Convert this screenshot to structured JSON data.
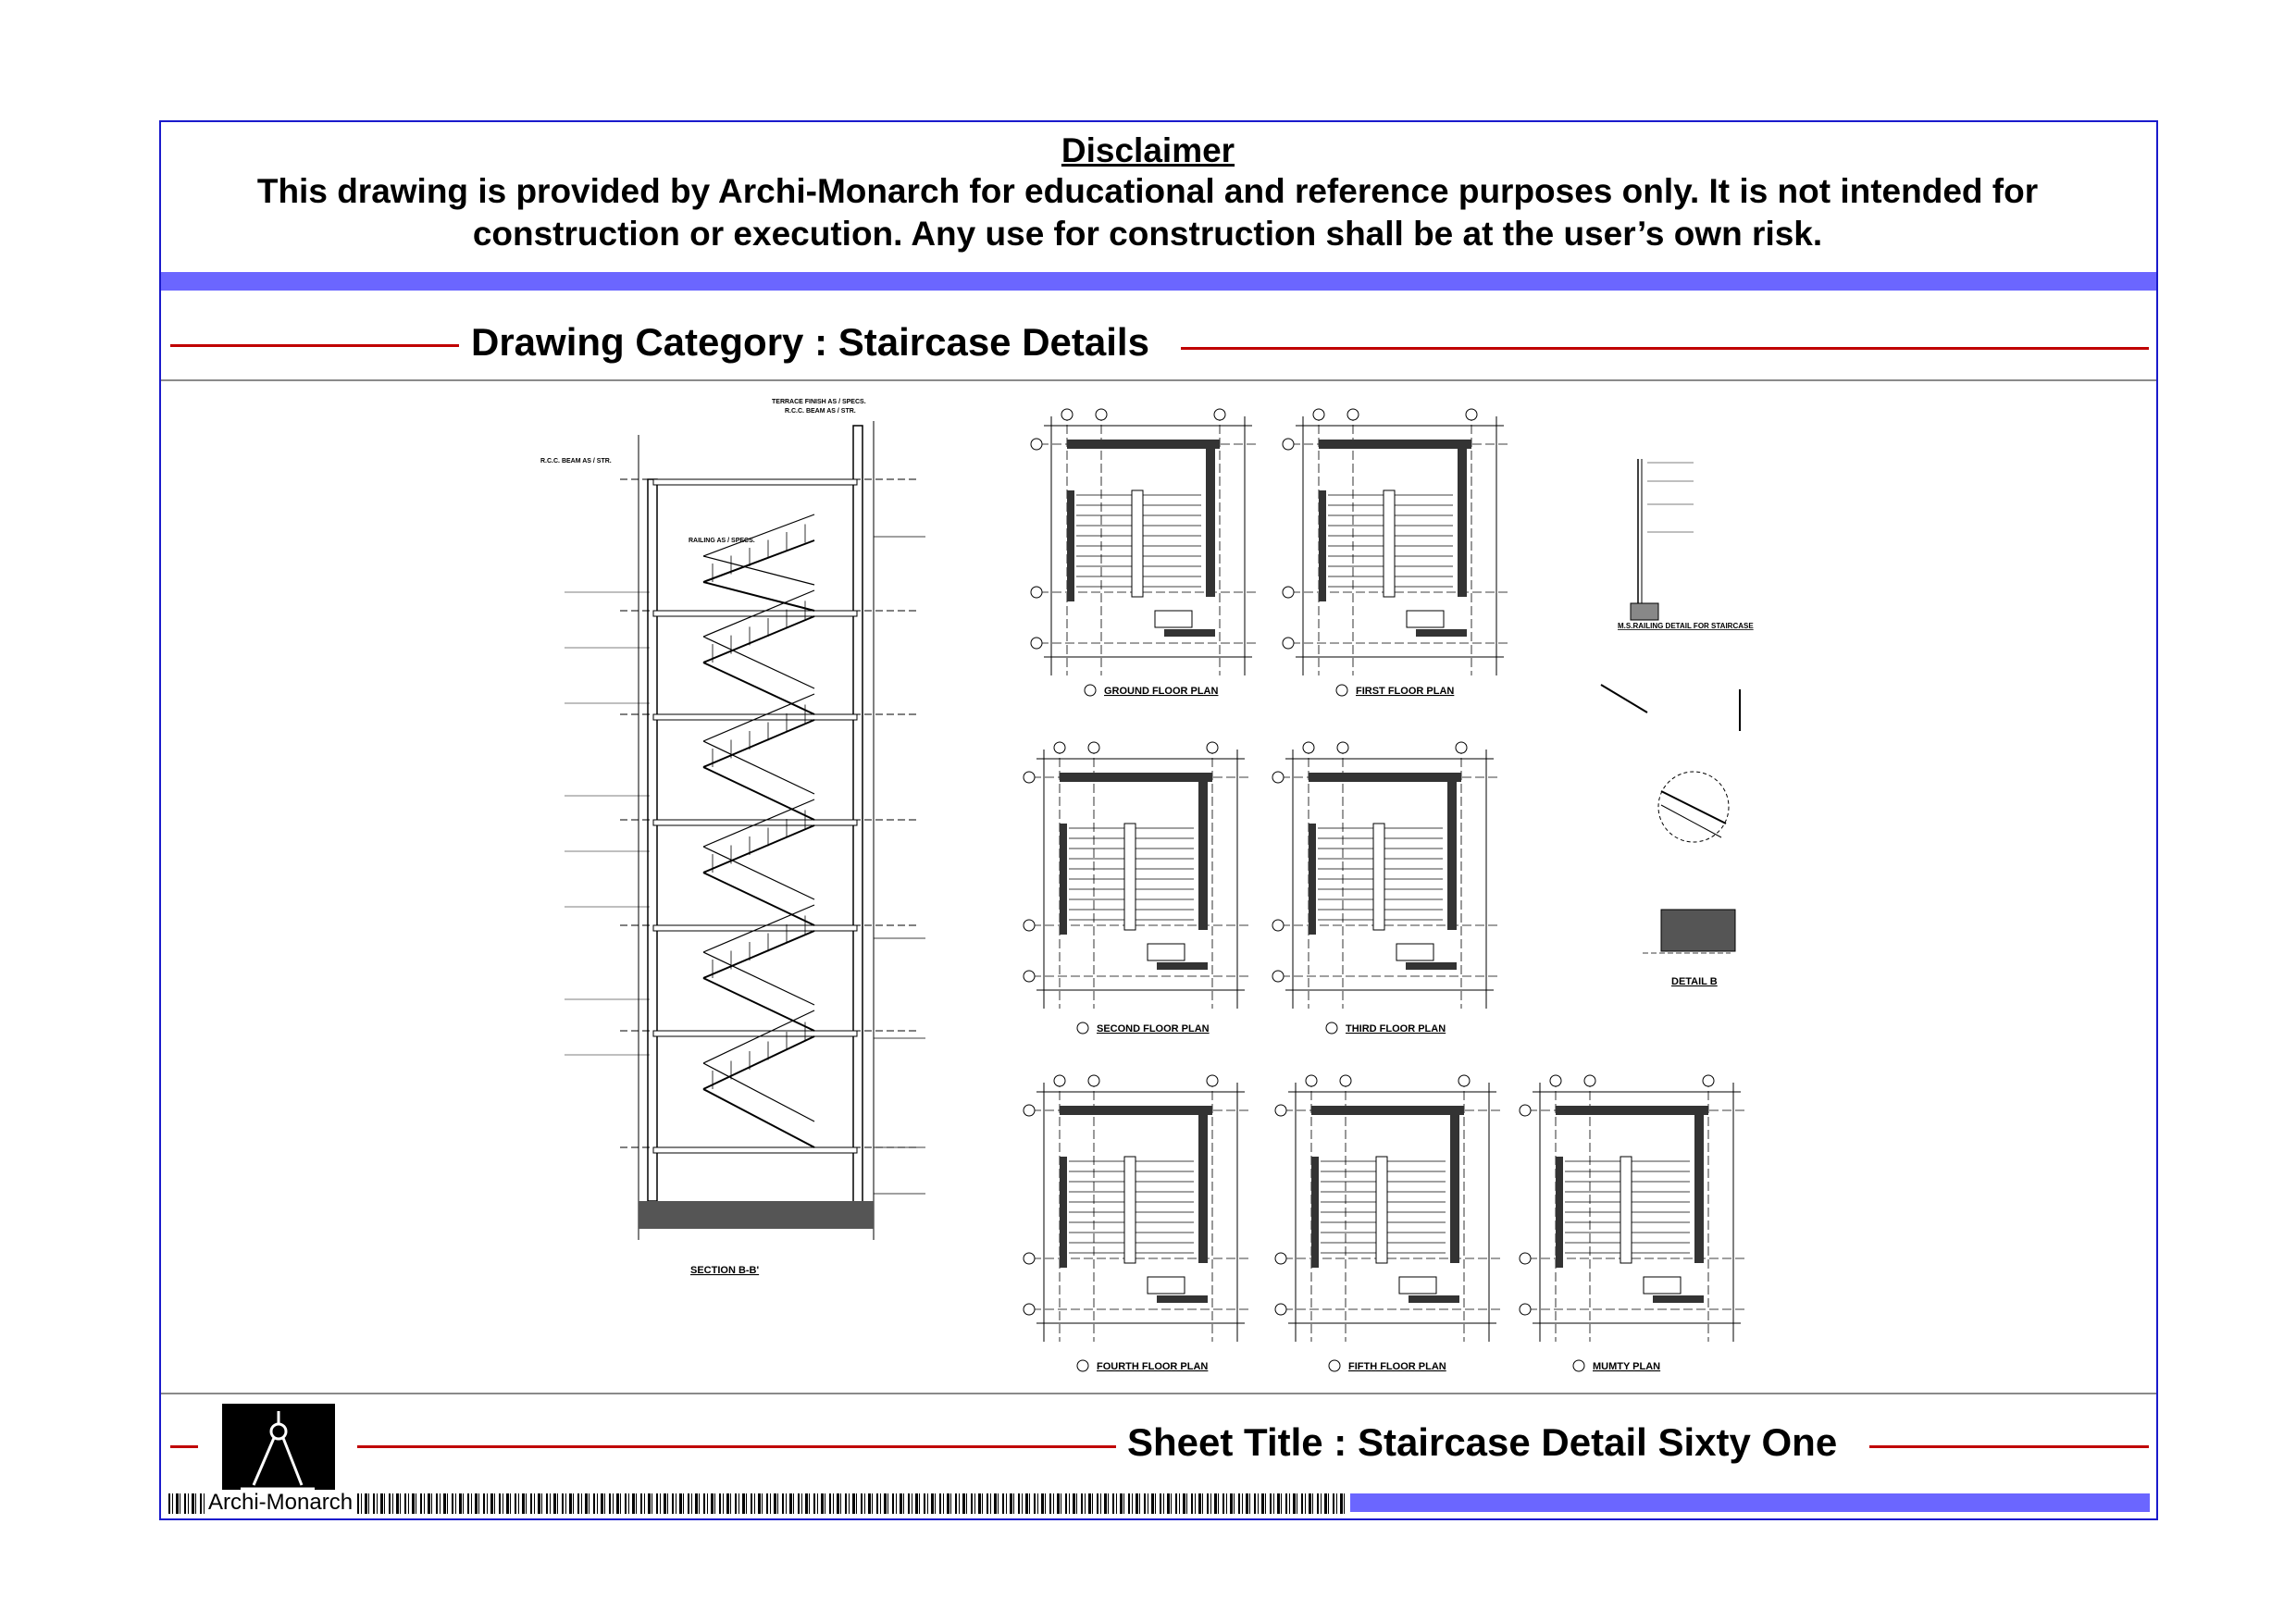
{
  "disclaimer": {
    "title": "Disclaimer",
    "text": "This drawing is provided by Archi-Monarch for educational and reference purposes only. It is not intended for construction or execution. Any use for construction shall be at the user’s own risk."
  },
  "category": {
    "label": "Drawing Category : Staircase Details"
  },
  "drawing": {
    "section_title": "SECTION B-B'",
    "plans": [
      {
        "title": "GROUND FLOOR PLAN"
      },
      {
        "title": "FIRST FLOOR PLAN"
      },
      {
        "title": "SECOND FLOOR PLAN"
      },
      {
        "title": "THIRD FLOOR PLAN"
      },
      {
        "title": "FOURTH FLOOR PLAN"
      },
      {
        "title": "FIFTH FLOOR PLAN"
      },
      {
        "title": "MUMTY PLAN"
      }
    ],
    "railing_title": "M.S.RAILING DETAIL FOR STAIRCASE",
    "detail_b_title": "DETAIL B",
    "section_labels": [
      "R.C.C. BEAM AS / STR.",
      "RAILING AS / SPECS.",
      "TERRACE FINISH AS / SPECS.",
      "R.C.C. BEAM AS / STR."
    ]
  },
  "footer": {
    "sheet_title": "Sheet Title : Staircase Detail Sixty One",
    "brand": "Archi-Monarch",
    "logo_icon": "compass-icon"
  },
  "colors": {
    "accent_band": "#6b66ff",
    "rule_red": "#c00000",
    "frame": "#1a1acc"
  }
}
